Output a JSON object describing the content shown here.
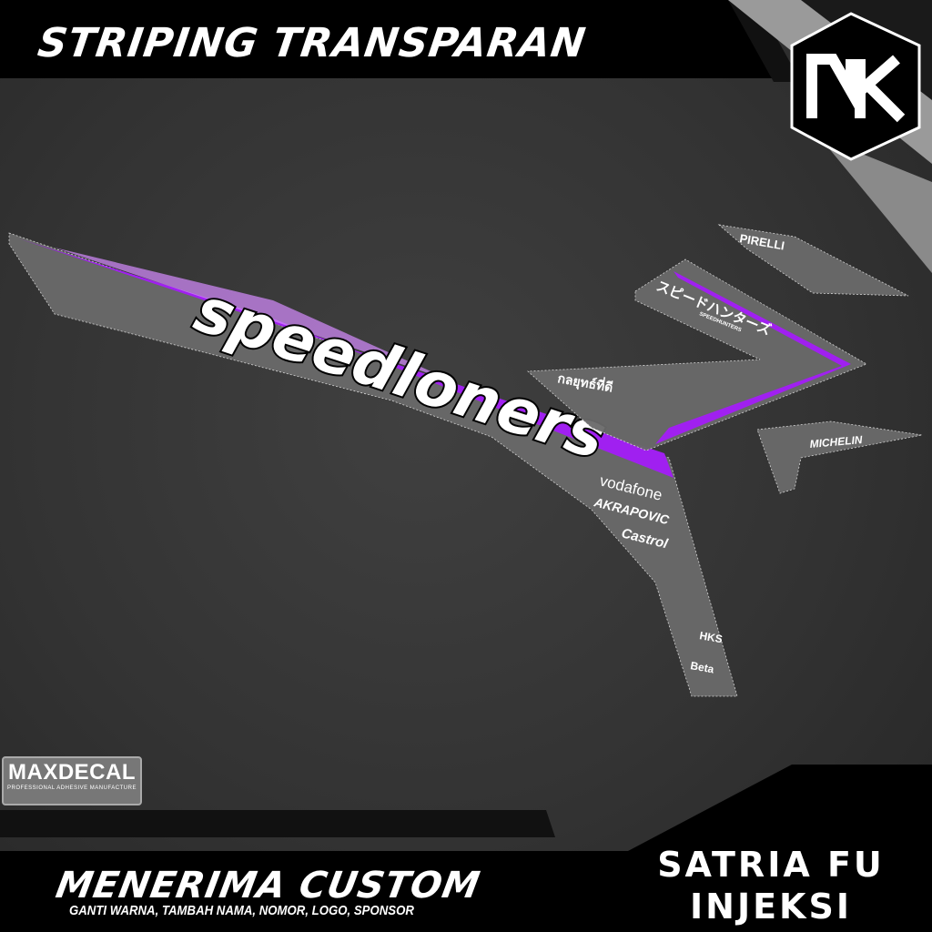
{
  "header": {
    "title": "STRIPING TRANSPARAN"
  },
  "brand_logo": {
    "text": "NK"
  },
  "decal": {
    "main_text": "speedloners",
    "sponsors": [
      "vodafone",
      "AKRAPOVIC",
      "Castrol",
      "HKS",
      "Beta"
    ],
    "pirelli": "PIRELLI",
    "michelin": "MICHELIN",
    "japanese": "スピードハンターズ",
    "japanese_sub": "SPEEDHUNTERS",
    "thai": "กลยุทธ์ที่ดี",
    "accent_color": "#a020f0",
    "panel_color": "#6a6a6a"
  },
  "maxdecal": {
    "name": "MAXDECAL",
    "sub": "PROFESSIONAL   ADHESIVE MANUFACTURE"
  },
  "footer": {
    "headline": "MENERIMA CUSTOM",
    "tagline": "GANTI WARNA, TAMBAH NAMA, NOMOR, LOGO, SPONSOR",
    "model_line1": "SATRIA FU",
    "model_line2": "INJEKSI"
  }
}
